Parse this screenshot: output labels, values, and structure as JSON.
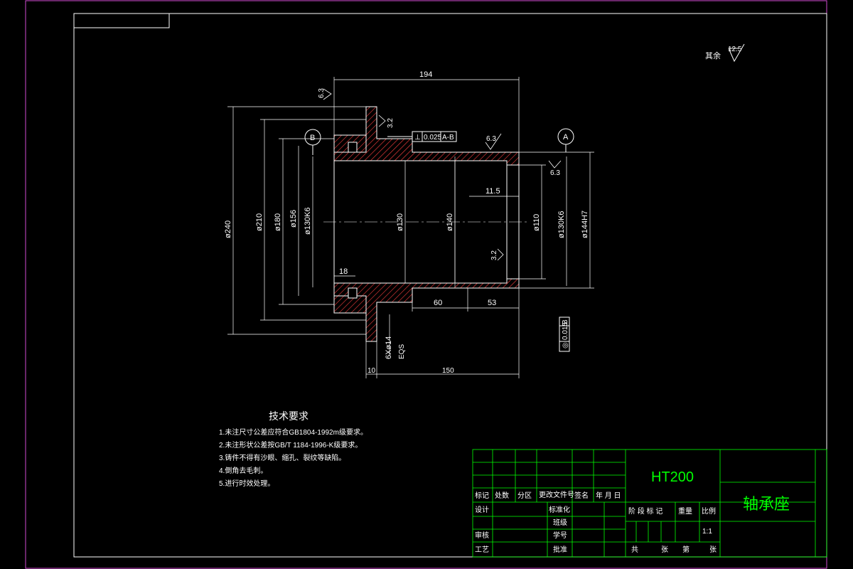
{
  "drawing": {
    "title": "轴承座",
    "material": "HT200",
    "scale": "1:1",
    "roughness_other_label": "其余",
    "roughness_other_value": "12.5"
  },
  "dimensions": {
    "d194": "194",
    "d240": "ø240",
    "d210": "ø210",
    "d180": "ø180",
    "d156": "ø156",
    "d130k6_left": "ø130K6",
    "d130": "ø130",
    "d140": "ø140",
    "d110": "ø110",
    "d130k6_right": "ø130K6",
    "d144h7": "ø144H7",
    "d11_5": "11.5",
    "d18": "18",
    "d60": "60",
    "d53": "53",
    "d10": "10",
    "d150": "150",
    "holes": "6Xø14",
    "holes_eqs": "EQS"
  },
  "roughness": {
    "r1": "6.3",
    "r2": "3.2",
    "r3": "6.3",
    "r4": "6.3",
    "r5": "3.2"
  },
  "datums": {
    "a": "A",
    "b": "B"
  },
  "tolerances": {
    "perp_value": "0.025",
    "perp_ref": "A-B",
    "round_value": "0.015",
    "round_ref": "B"
  },
  "tech_requirements": {
    "heading": "技术要求",
    "items": [
      "1.未注尺寸公差应符合GB1804-1992m级要求。",
      "2.未注形状公差按GB/T 1184-1996-K级要求。",
      "3.铸件不得有沙眼、缩孔、裂纹等缺陷。",
      "4.倒角去毛刺。",
      "5.进行时效处理。"
    ]
  },
  "title_block": {
    "mark": "标记",
    "count": "处数",
    "zone": "分区",
    "change_doc": "更改文件号",
    "signature": "签名",
    "date": "年 月 日",
    "design": "设计",
    "standardize": "标准化",
    "class": "班级",
    "review": "审核",
    "student_no": "学号",
    "process": "工艺",
    "approve": "批准",
    "stage_mark": "阶 段 标 记",
    "weight": "重量",
    "ratio": "比例",
    "total": "共",
    "sheets": "张",
    "no": "第",
    "sheet": "张"
  }
}
